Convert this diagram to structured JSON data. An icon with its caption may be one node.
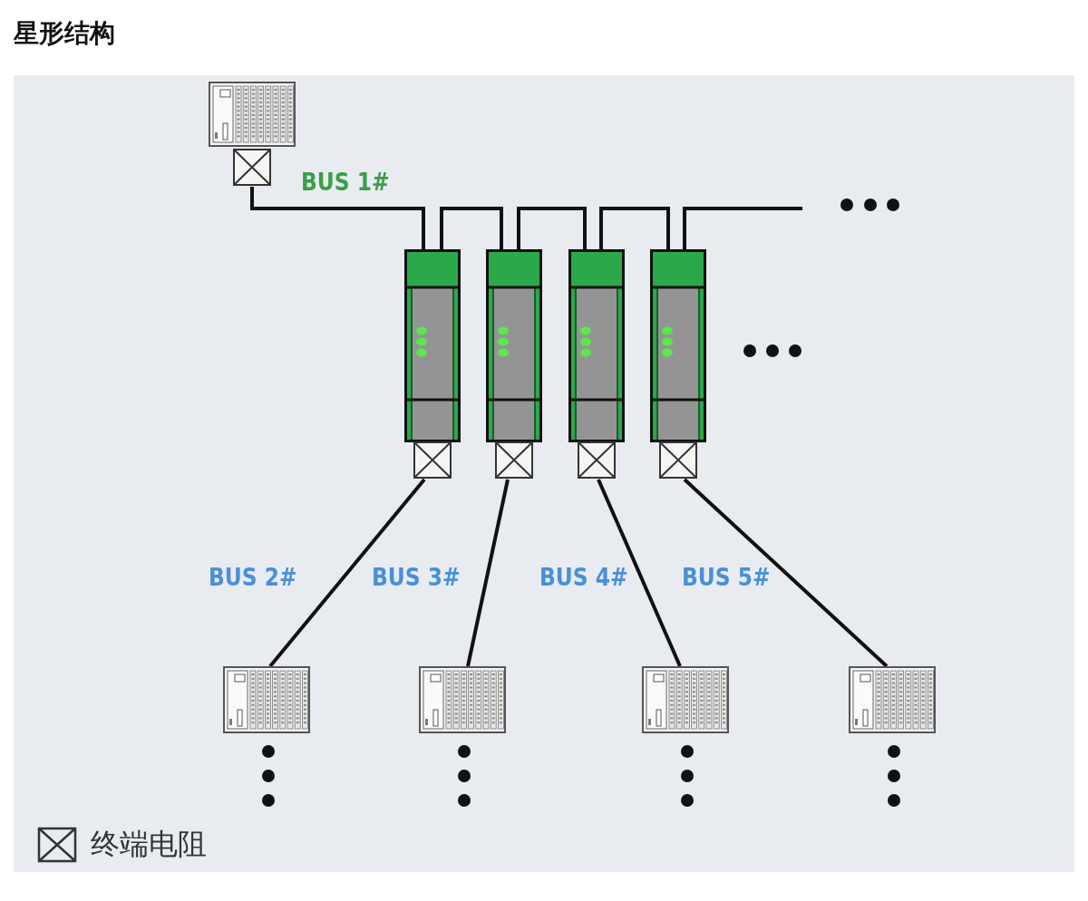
{
  "diagram": {
    "title": "星形结构",
    "nodes": [
      {
        "text": [],
        "shape": "picture"
      },
      {
        "text": [],
        "shape": "picture"
      },
      {
        "text": [],
        "shape": "picture"
      },
      {
        "text": [],
        "shape": "picture"
      },
      {
        "text": [],
        "shape": "picture"
      },
      {
        "text": [],
        "shape": "picture"
      },
      {
        "text": [],
        "shape": "picture"
      },
      {
        "text": [],
        "shape": "picture"
      },
      {
        "text": [],
        "shape": "picture"
      }
    ],
    "edges": [
      {
        "from": 0,
        "to": 1,
        "arrow": "none",
        "label": "BUS 1#"
      },
      {
        "from": 1,
        "to": 2,
        "arrow": "none"
      },
      {
        "from": 2,
        "to": 3,
        "arrow": "none"
      },
      {
        "from": 3,
        "to": 4,
        "arrow": "none"
      },
      {
        "from": 4,
        "to": null,
        "arrow": "none"
      },
      {
        "from": 1,
        "to": 5,
        "arrow": "none",
        "label": "BUS 2#"
      },
      {
        "from": 2,
        "to": 6,
        "arrow": "none",
        "label": "BUS 3#"
      },
      {
        "from": 3,
        "to": 7,
        "arrow": "none",
        "label": "BUS 4#"
      },
      {
        "from": 4,
        "to": 8,
        "arrow": "none",
        "label": "BUS 5#"
      }
    ],
    "legend": [
      {
        "text": "终端电阻"
      }
    ]
  }
}
